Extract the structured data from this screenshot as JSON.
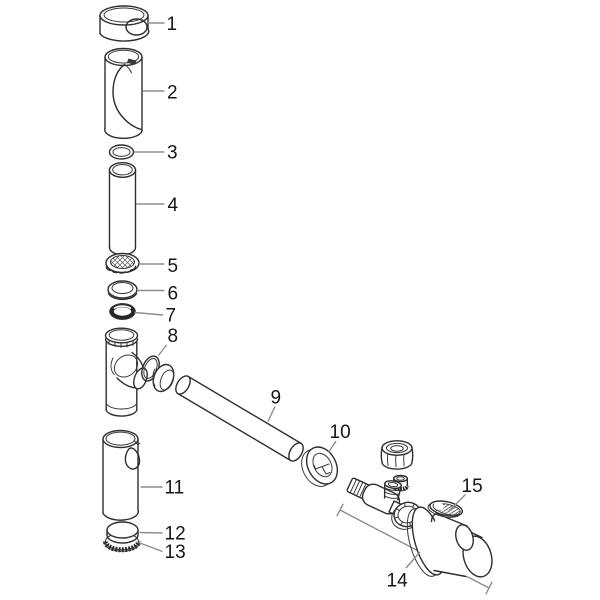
{
  "diagram": {
    "type": "exploded-parts-diagram",
    "colors": {
      "background": "#ffffff",
      "outline": "#2e2e2e",
      "leader_line": "#8d8d8d",
      "label_text": "#151515"
    },
    "callouts": [
      {
        "label": "1",
        "part": "cap-ring"
      },
      {
        "label": "2",
        "part": "cover-sleeve"
      },
      {
        "label": "3",
        "part": "o-ring-seal-upper"
      },
      {
        "label": "4",
        "part": "immersion-tube"
      },
      {
        "label": "5",
        "part": "strainer-nut"
      },
      {
        "label": "6",
        "part": "cone-ring"
      },
      {
        "label": "7",
        "part": "o-ring-seal-lower"
      },
      {
        "label": "8",
        "part": "outlet-seal-ring"
      },
      {
        "label": "9",
        "part": "outlet-pipe"
      },
      {
        "label": "10",
        "part": "wall-rosette"
      },
      {
        "label": "11",
        "part": "trap-cup"
      },
      {
        "label": "12",
        "part": "base-plug"
      },
      {
        "label": "13",
        "part": "knurled-base-ring"
      },
      {
        "label": "14",
        "part": "angle-valve-assembly"
      },
      {
        "label": "15",
        "part": "valve-cover-cap"
      }
    ]
  }
}
